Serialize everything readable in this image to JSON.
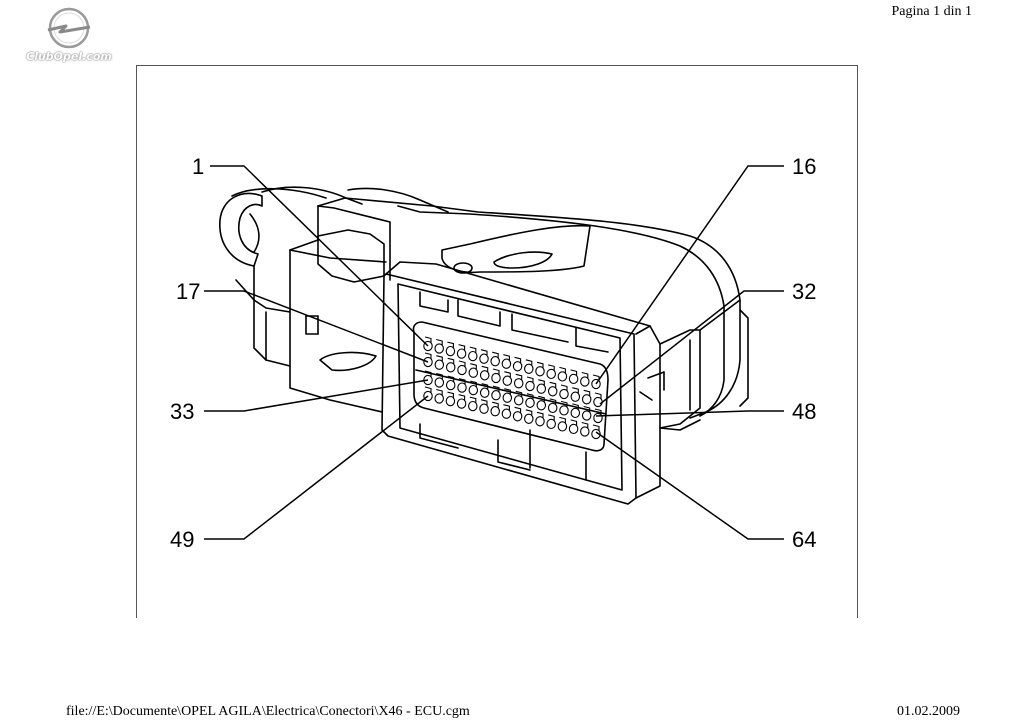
{
  "header": {
    "page_indicator": "Pagina 1 din 1"
  },
  "logo": {
    "text": "ClubOpel.com",
    "icon": "opel-logo-icon"
  },
  "diagram": {
    "pin_labels": {
      "p1": "1",
      "p16": "16",
      "p17": "17",
      "p32": "32",
      "p33": "33",
      "p48": "48",
      "p49": "49",
      "p64": "64"
    }
  },
  "footer": {
    "file_path": "file://E:\\Documente\\OPEL AGILA\\Electrica\\Conectori\\X46 - ECU.cgm",
    "date": "01.02.2009"
  }
}
